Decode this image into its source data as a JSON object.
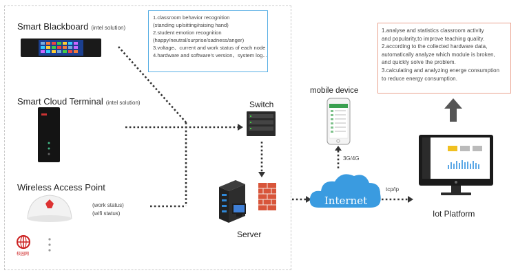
{
  "devices": {
    "smart_blackboard": {
      "label": "Smart Blackboard",
      "note": "(intel solution)"
    },
    "smart_cloud_terminal": {
      "label": "Smart Cloud Terminal",
      "note": "(intel solution)"
    },
    "wireless_access_point": {
      "label": "Wireless Access Point",
      "status_lines": [
        "(work status)",
        "(wifi status)"
      ]
    },
    "campus_logo_text": "校园网"
  },
  "nodes": {
    "switch": "Switch",
    "server": "Server",
    "mobile_device": "mobile device",
    "cloud": "Internet",
    "iot_platform": "Iot Platform"
  },
  "link_labels": {
    "mobile_link": "3G/4G",
    "platform_link": "tcp/ip"
  },
  "info_blue": [
    "1.classroom behavior recognition",
    " (standing up/sitting/raising hand)",
    "2.student emotion recognition",
    " (happy/neutral/surprise/sadness/anger)",
    "3.voltage、current and work status of each node",
    "4.hardware and software's version、system log..."
  ],
  "info_red": [
    "1.analyse and statistics classroom activity",
    "and popularity,to improve teaching quality.",
    "2.according to the collected hardware data,",
    "automatically analyze which module is broken,",
    "and quickly solve the problem.",
    "3.calculating and analyzing energe consumption",
    " to reduce energy consumption."
  ],
  "colors": {
    "blue_box_border": "#57aee4",
    "red_box_border": "#e9a08d",
    "cloud": "#3a9be0",
    "connector": "#333333",
    "arrow_up": "#555555"
  }
}
